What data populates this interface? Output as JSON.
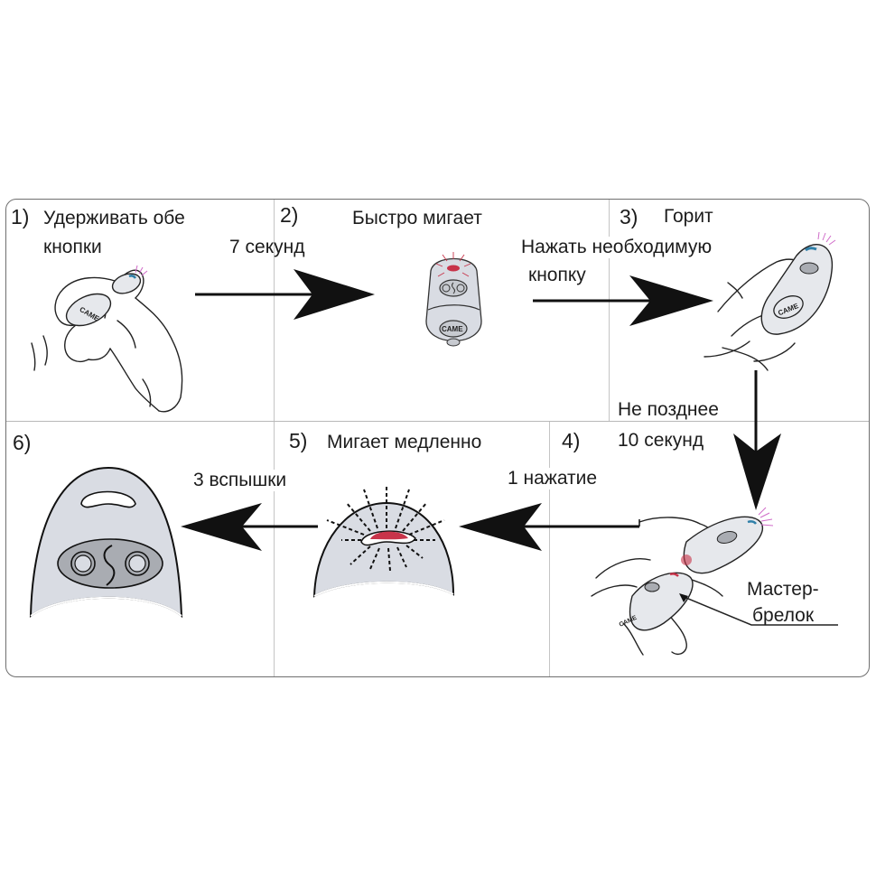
{
  "steps": [
    {
      "number": "1)",
      "title": "Удерживать обе",
      "title_line2": "кнопки"
    },
    {
      "number": "2)",
      "title": "Быстро мигает"
    },
    {
      "number": "3)",
      "title": "Горит"
    },
    {
      "number": "4)",
      "title": ""
    },
    {
      "number": "5)",
      "title": "Мигает медленно"
    },
    {
      "number": "6)",
      "title": ""
    }
  ],
  "transitions": {
    "t1_2": "7 секунд",
    "t2_3_line1": "Нажать необходимую",
    "t2_3_line2": "кнопку",
    "t3_4_line1": "Не позднее",
    "t3_4_line2": "10 секунд",
    "t4_5": "1 нажатие",
    "t5_6": "3 вспышки"
  },
  "callouts": {
    "master_line1": "Мастер-",
    "master_line2": "брелок"
  },
  "remote": {
    "brand": "CAME"
  },
  "colors": {
    "remote_body": "#d9dce3",
    "remote_button": "#a9acb2",
    "led_red": "#c8344a",
    "led_blue": "#2f7fa8",
    "glow_pink": "#d06bc8",
    "arrow": "#111111",
    "frame": "#6f6f6f",
    "divider": "#c4c4c4"
  }
}
